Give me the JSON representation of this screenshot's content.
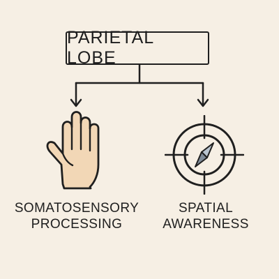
{
  "title": "PARIETAL LOBE",
  "branches": [
    {
      "label_line1": "SOMATOSENSORY",
      "label_line2": "PROCESSING",
      "icon": "hand-icon"
    },
    {
      "label_line1": "SPATIAL",
      "label_line2": "AWARENESS",
      "icon": "compass-icon"
    }
  ],
  "colors": {
    "background": "#f6efe4",
    "stroke": "#1f1f1f",
    "hand_fill": "#f2d7b6",
    "compass_needle_light": "#b9c4cf",
    "compass_needle_dark": "#7f8b98"
  }
}
